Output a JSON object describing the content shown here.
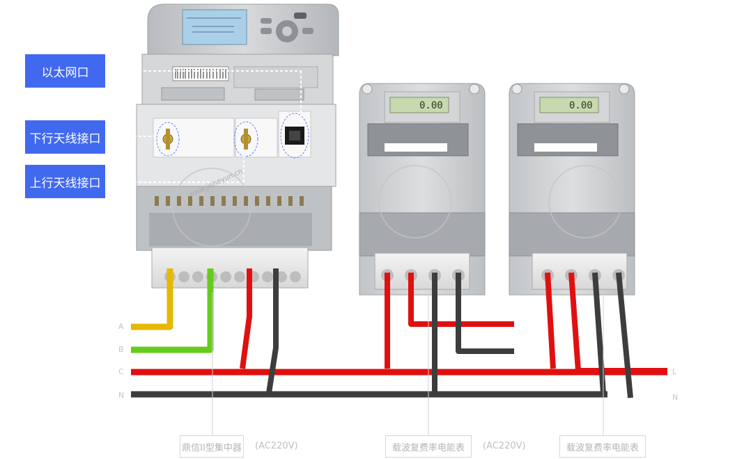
{
  "callouts": {
    "ethernet": "以太网口",
    "down_antenna": "下行天线接口",
    "up_antenna": "上行天线接口"
  },
  "bottom_labels": {
    "concentrator": "鼎信II型集中器",
    "concentrator_voltage": "(AC220V)",
    "meter1": "载波复费率电能表",
    "meter1_voltage": "(AC220V)",
    "meter2": "载波复费率电能表"
  },
  "wire_labels": {
    "a": "A",
    "b": "B",
    "c": "C",
    "n_left": "N",
    "l_right": "L",
    "n_right": "N"
  },
  "meter_display": {
    "meter1_reading": "0.00",
    "meter2_reading": "0.00"
  },
  "watermark": "www.jisheyun.cn",
  "colors": {
    "callout_bg": "#4169f0",
    "wire_a": "#e6b800",
    "wire_b": "#66cc1a",
    "wire_live": "#e01010",
    "wire_neutral": "#3d3d3d",
    "device_body": "#c9cbce",
    "lcd": "#a9d0e8"
  }
}
